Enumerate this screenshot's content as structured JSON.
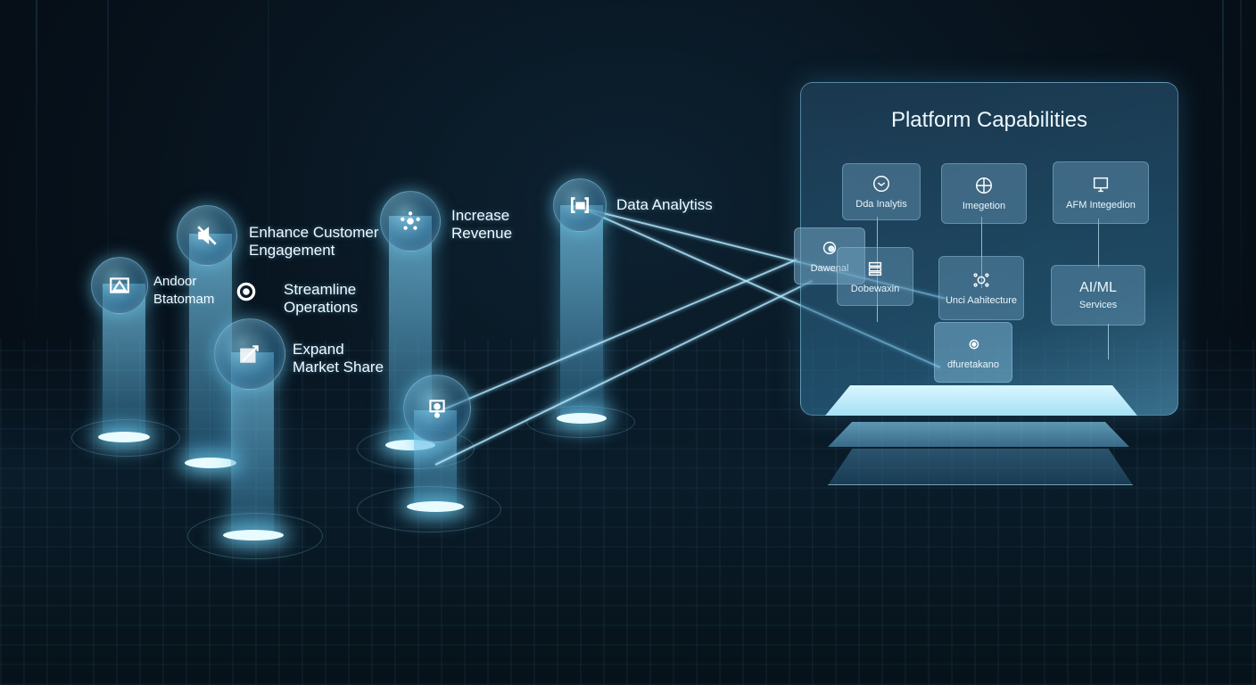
{
  "scene": {
    "description": "Holographic business goals connected to platform capabilities panel",
    "accent_color": "#7fd6f5",
    "background_color": "#07121c"
  },
  "goals": [
    {
      "id": "android",
      "label": "Andoor Btatomam",
      "icon": "image-triangle-icon"
    },
    {
      "id": "engagement",
      "label": "Enhance Customer Engagement",
      "icon": "muted-speaker-icon"
    },
    {
      "id": "operations",
      "label": "Streamline Operations",
      "icon": "gear-cycle-icon"
    },
    {
      "id": "market",
      "label": "Expand Market Share",
      "icon": "chart-arrow-icon"
    },
    {
      "id": "revenue",
      "label": "Increase Revenue",
      "icon": "network-nodes-icon"
    },
    {
      "id": "analytics",
      "label": "Data Analytiss",
      "icon": "brackets-icon"
    },
    {
      "id": "device",
      "label": "",
      "icon": "monitor-icon"
    }
  ],
  "panel": {
    "title": "Platform Capabilities",
    "cards": [
      {
        "label": "Dda Inalytis",
        "icon": "shield-smile-icon"
      },
      {
        "label": "Imegetion",
        "icon": "globe-icon"
      },
      {
        "label": "AFM Integedion",
        "icon": "monitor-code-icon"
      },
      {
        "label": "Dawenal",
        "icon": "hand-icon"
      },
      {
        "label": "Dobewaxin",
        "icon": "server-icon"
      },
      {
        "label": "Unci Aahitecture",
        "icon": "cloud-nodes-icon"
      },
      {
        "label": "AI/ML",
        "sublabel": "Services",
        "icon": ""
      },
      {
        "label": "dfuretakano",
        "icon": "cloud-gear-icon"
      }
    ]
  }
}
